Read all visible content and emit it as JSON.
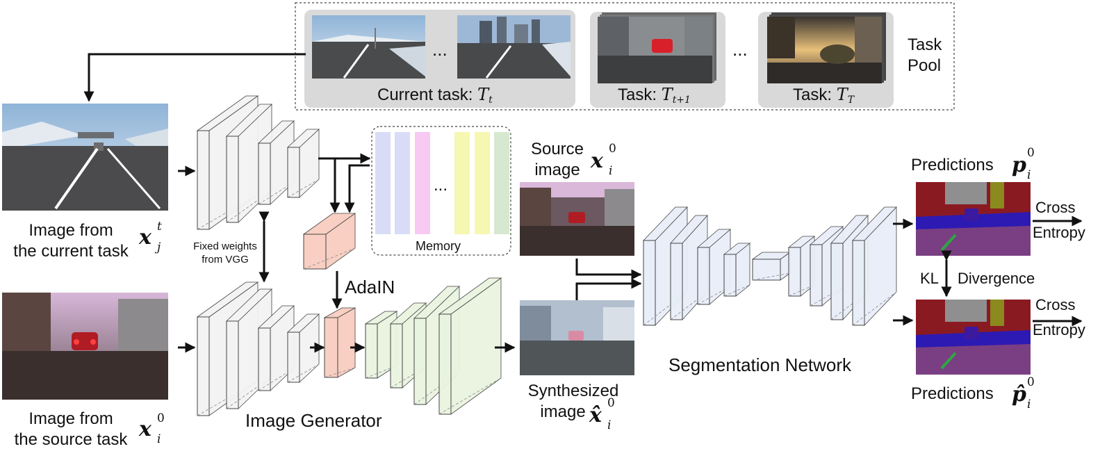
{
  "task_pool": {
    "label_line1": "Task",
    "label_line2": "Pool",
    "ellipsis": "...",
    "current_prefix": "Current task:",
    "current_sym": "T",
    "current_sub": "t",
    "next_prefix": "Task:",
    "next_sym": "T",
    "next_sub": "t+1",
    "last_prefix": "Task:",
    "last_sym": "T",
    "last_sub": "T"
  },
  "inputs": {
    "current_line1": "Image from",
    "current_line2": "the current task",
    "current_sym": "x",
    "current_sup": "t",
    "current_sub": "j",
    "source_line1": "Image from",
    "source_line2": "the source task",
    "source_sym": "x",
    "source_sup": "0",
    "source_sub": "i"
  },
  "vgg": {
    "label_line1": "Fixed weights",
    "label_line2": "from VGG"
  },
  "memory": {
    "label": "Memory",
    "ellipsis": "...",
    "colors": [
      "#d9dcf6",
      "#d9dcf6",
      "#f8c9f2",
      "#f6f7b0",
      "#f6f7b0",
      "#d6e8cf"
    ]
  },
  "adain": {
    "label": "AdaIN"
  },
  "generator": {
    "label": "Image Generator"
  },
  "source_image": {
    "line1": "Source",
    "line2": "image",
    "sym": "x",
    "sup": "0",
    "sub": "i"
  },
  "synth_image": {
    "line1": "Synthesized",
    "line2": "image",
    "sym": "x̂",
    "sup": "0",
    "sub": "i"
  },
  "segnet": {
    "label": "Segmentation Network"
  },
  "predictions": {
    "top_prefix": "Predictions",
    "top_sym": "p",
    "top_sup": "0",
    "top_sub": "i",
    "bottom_prefix": "Predictions",
    "bottom_sym": "p̂",
    "bottom_sup": "0",
    "bottom_sub": "i"
  },
  "losses": {
    "cross1_line1": "Cross",
    "cross1_line2": "Entropy",
    "cross2_line1": "Cross",
    "cross2_line2": "Entropy",
    "kl": "KL",
    "divergence": "Divergence"
  },
  "colors": {
    "vgg_fill": "#f2f2f2",
    "adain_fill": "#f9cfc3",
    "generator_fill": "#e9f3df",
    "segnet_fill": "#e8edf8",
    "pool_bg": "#d9d9d9"
  }
}
